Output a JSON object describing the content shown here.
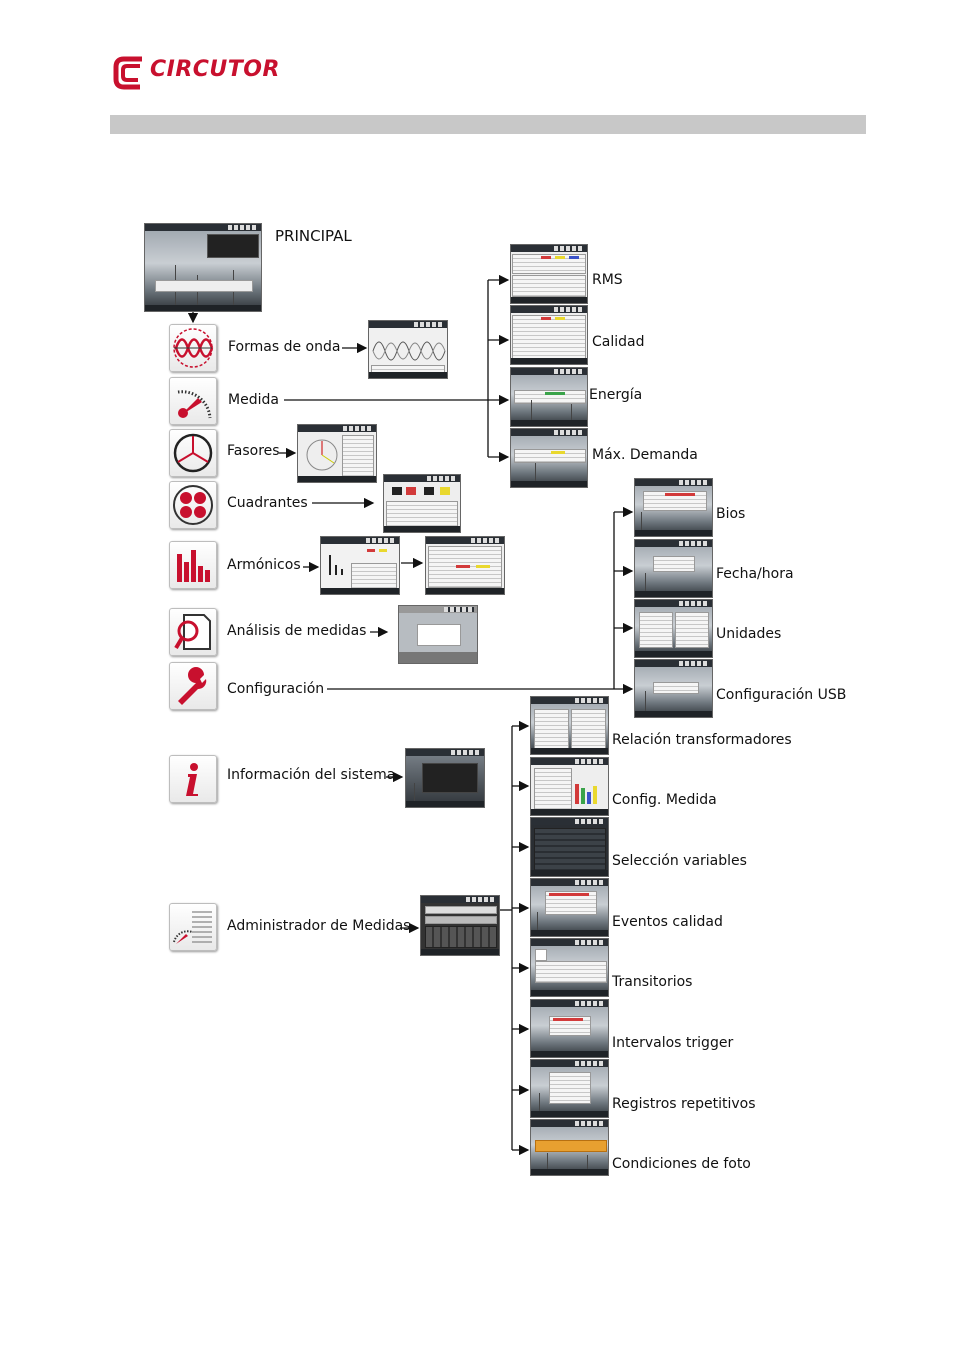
{
  "brand": {
    "name": "CIRCUTOR",
    "color": "#c8102e"
  },
  "diagram": {
    "root": "PRINCIPAL",
    "menu": [
      {
        "label": "Formas de onda",
        "icon": "waveform-icon"
      },
      {
        "label": "Medida",
        "icon": "gauge-icon"
      },
      {
        "label": "Fasores",
        "icon": "phasor-icon"
      },
      {
        "label": "Cuadrantes",
        "icon": "quadrants-icon"
      },
      {
        "label": "Armónicos",
        "icon": "bar-chart-icon"
      },
      {
        "label": "Análisis de medidas",
        "icon": "sd-card-search-icon"
      },
      {
        "label": "Configuración",
        "icon": "wrench-icon"
      },
      {
        "label": "Información del sistema",
        "icon": "info-icon"
      },
      {
        "label": "Administrador de Medidas",
        "icon": "measures-manager-icon"
      }
    ],
    "medida_children": [
      "RMS",
      "Calidad",
      "Energía",
      "Máx. Demanda"
    ],
    "config_children": [
      "Bios",
      "Fecha/hora",
      "Unidades",
      "Configuración USB"
    ],
    "admin_children": [
      "Relación transformadores",
      "Config. Medida",
      "Selección variables",
      "Eventos calidad",
      "Transitorios",
      "Intervalos trigger",
      "Registros repetitivos",
      "Condiciones de foto"
    ]
  }
}
